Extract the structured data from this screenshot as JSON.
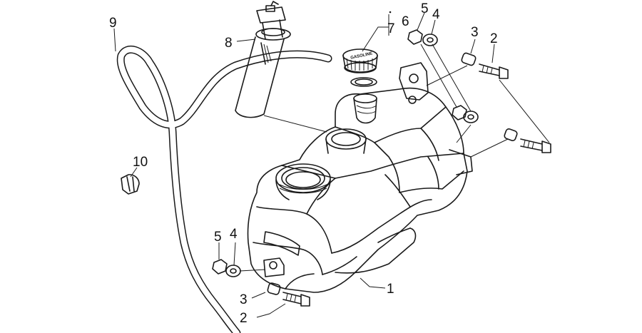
{
  "callouts": {
    "c1": "1",
    "c2a": "2",
    "c2b": "2",
    "c3a": "3",
    "c3b": "3",
    "c4a": "4",
    "c4b": "4",
    "c5a": "5",
    "c5b": "5",
    "c6": "6",
    "c7": "7",
    "c8": "8",
    "c9": "9",
    "c10": "10"
  },
  "cap_logo": "GASOLINE",
  "colors": {
    "line": "#1a1a1a",
    "background": "#ffffff"
  }
}
